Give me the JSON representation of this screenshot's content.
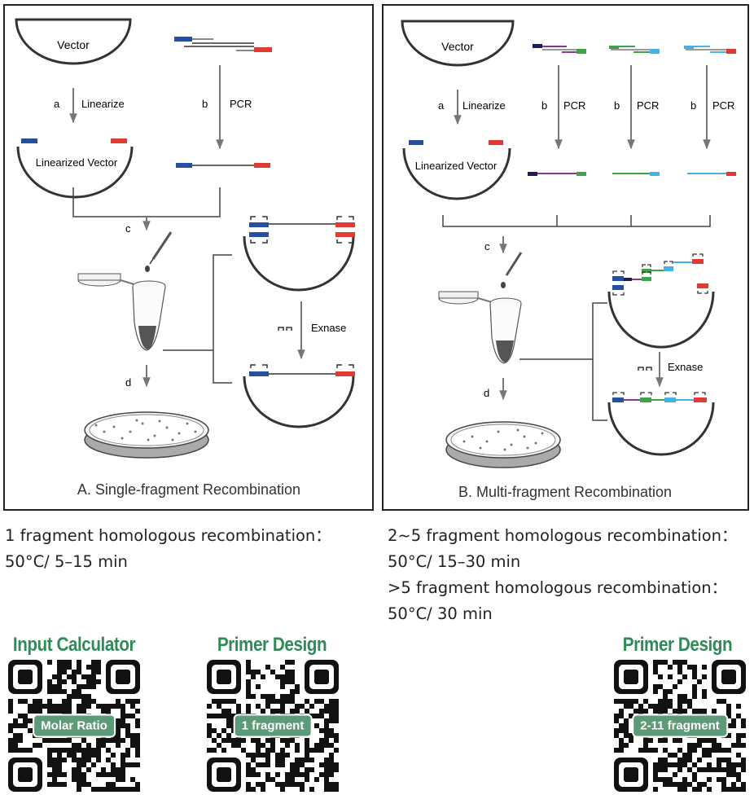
{
  "colors": {
    "blue": "#2550a0",
    "red": "#e03a34",
    "navy": "#1d1d4f",
    "purple": "#8a3a8e",
    "green": "#3fa24a",
    "lightblue": "#45b2e6",
    "qr_title": "#2f8a56",
    "badge": "#5d9a78"
  },
  "panelA": {
    "vector": "Vector",
    "step_a": "a",
    "linearize": "Linearize",
    "step_b": "b",
    "pcr": "PCR",
    "linearized_vector": "Linearized Vector",
    "step_c": "c",
    "exnase": "Exnase",
    "step_d": "d",
    "title": "A. Single-fragment Recombination"
  },
  "panelB": {
    "vector": "Vector",
    "step_a": "a",
    "linearize": "Linearize",
    "pcr_steps": [
      {
        "step": "b",
        "label": "PCR"
      },
      {
        "step": "b",
        "label": "PCR"
      },
      {
        "step": "b",
        "label": "PCR"
      }
    ],
    "linearized_vector": "Linearized Vector",
    "step_c": "c",
    "exnase": "Exnase",
    "step_d": "d",
    "title": "B. Multi-fragment Recombination"
  },
  "notes": {
    "left_1": "1 fragment homologous recombination：",
    "left_2": "50°C/ 5–15 min",
    "right_1": "2~5 fragment homologous recombination：",
    "right_2": "50°C/ 15–30 min",
    "right_3": " >5 fragment homologous recombination：",
    "right_4": "50°C/ 30 min"
  },
  "qr": [
    {
      "title": "Input Calculator",
      "badge": "Molar Ratio",
      "icon": "qr-code-icon"
    },
    {
      "title": "Primer Design",
      "badge": "1 fragment",
      "icon": "qr-code-icon"
    },
    {
      "title": "Primer Design",
      "badge": "2-11 fragment",
      "icon": "qr-code-icon"
    }
  ]
}
